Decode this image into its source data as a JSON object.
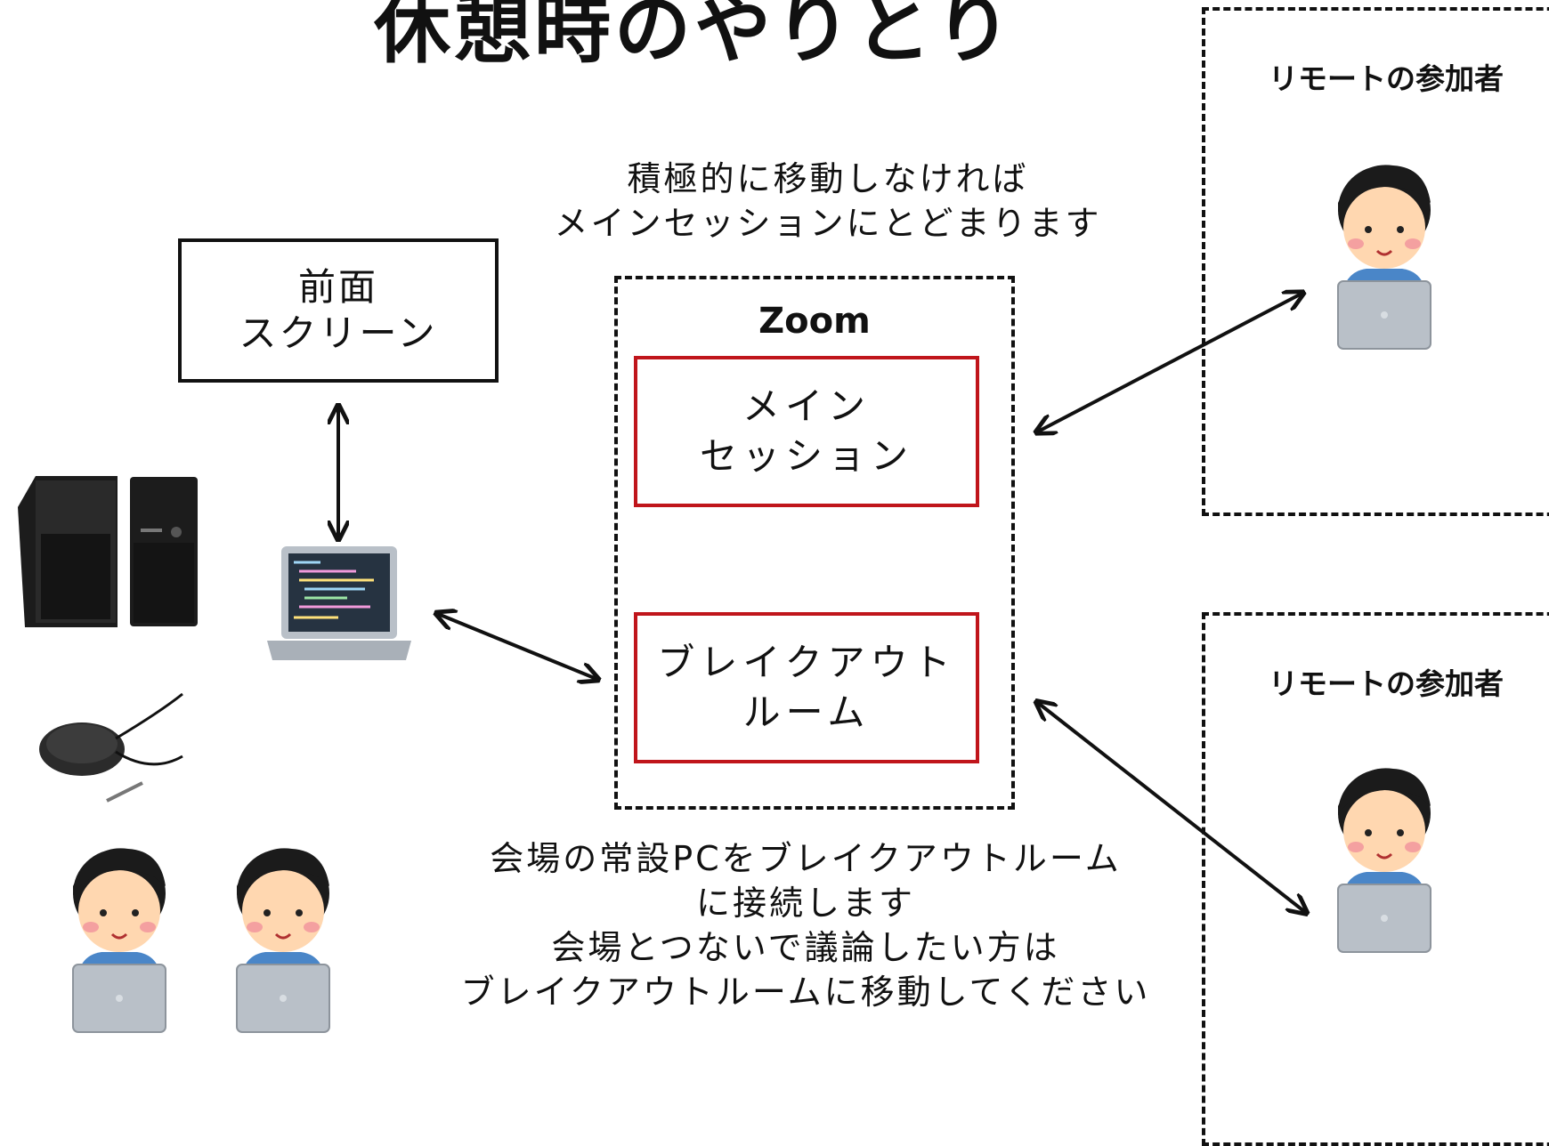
{
  "title": "休憩時のやりとり",
  "front_screen": {
    "line1": "前面",
    "line2": "スクリーン"
  },
  "top_note": {
    "line1": "積極的に移動しなければ",
    "line2": "メインセッションにとどまります"
  },
  "zoom": {
    "label": "Zoom",
    "main_session": {
      "line1": "メイン",
      "line2": "セッション"
    },
    "breakout_room": {
      "line1": "ブレイクアウト",
      "line2": "ルーム"
    }
  },
  "remote_top": {
    "label": "リモートの参加者"
  },
  "remote_bottom": {
    "label": "リモートの参加者"
  },
  "bottom_note": {
    "line1": "会場の常設PCをブレイクアウトルーム",
    "line2": "に接続します",
    "line3": "会場とつないで議論したい方は",
    "line4": "ブレイクアウトルームに移動してください"
  },
  "colors": {
    "red_box": "#c0151b",
    "person_shirt": "#4a86c8",
    "laptop": "#b9c0c8",
    "speaker": "#1c1c1c"
  },
  "icons": [
    "person-with-laptop-icon",
    "laptop-icon",
    "speaker-icon",
    "microphone-icon"
  ]
}
